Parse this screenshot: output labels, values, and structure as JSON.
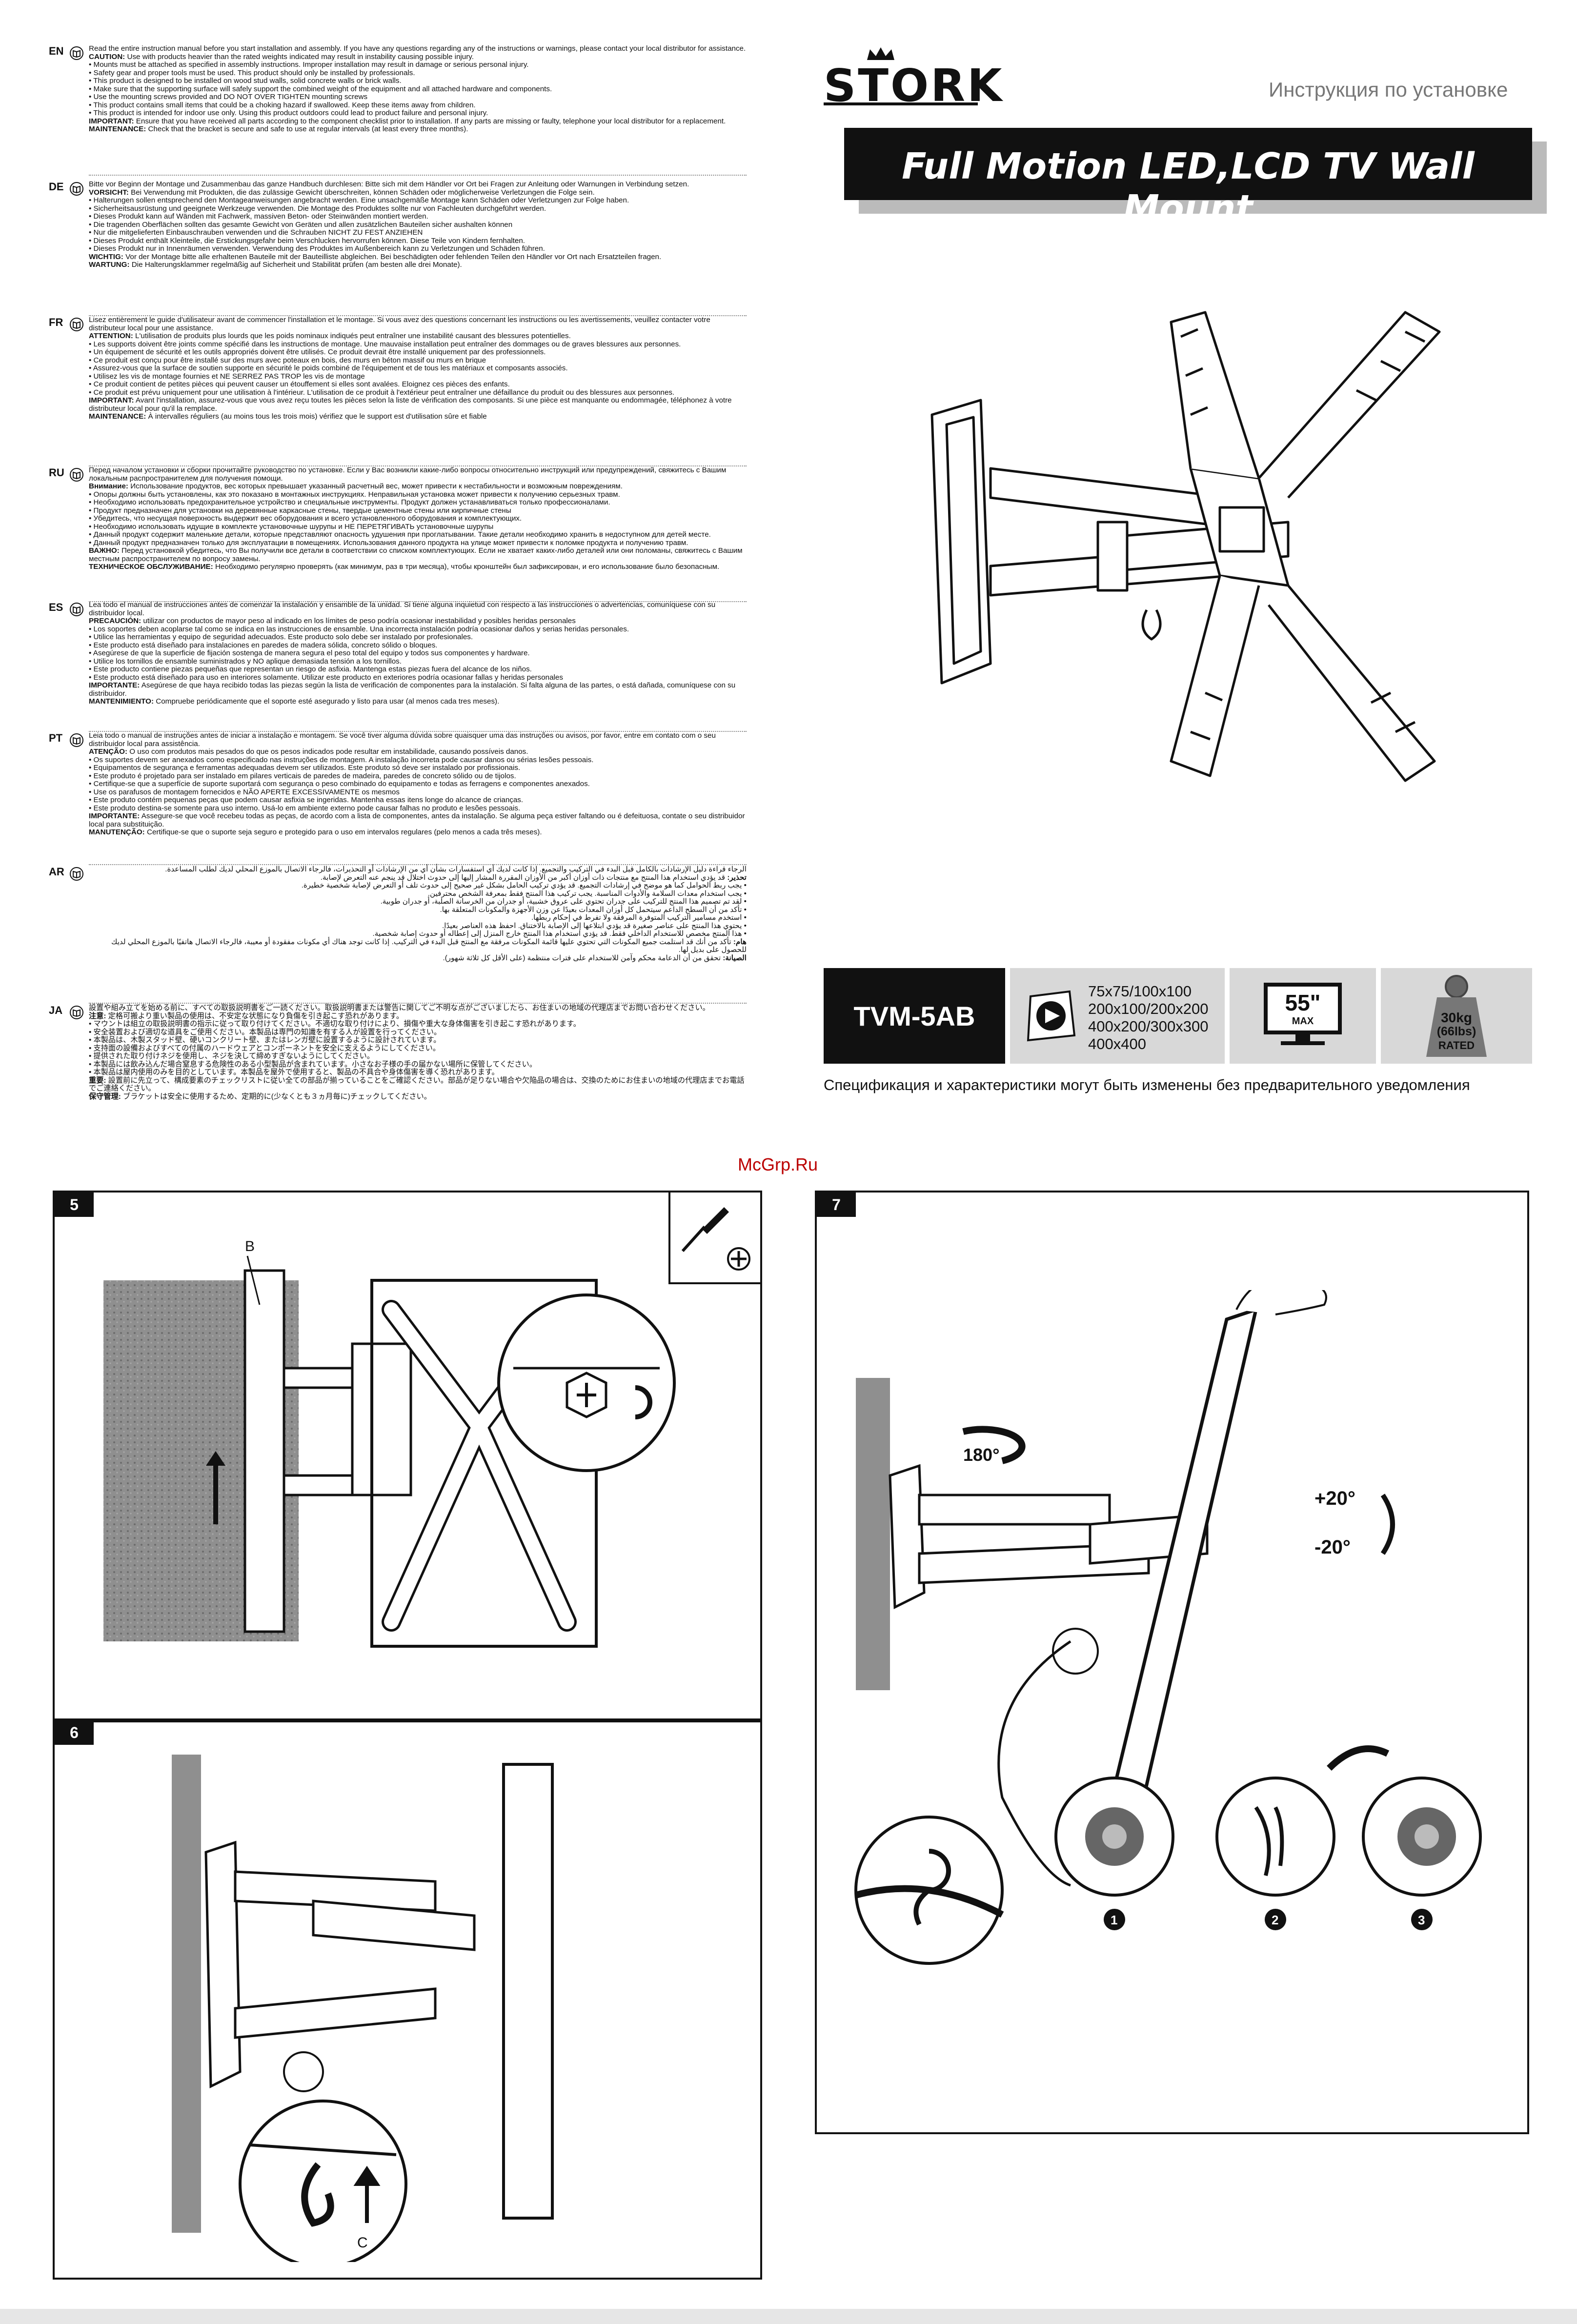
{
  "header": {
    "brand": "STORK",
    "subtitle": "Инструкция по установке",
    "title": "Full Motion LED,LCD TV Wall Mount"
  },
  "languages": [
    {
      "code": "EN",
      "lines": [
        {
          "t": "Read the entire instruction manual before you start installation and assembly. If you have any questions regarding any of the instructions or warnings, please contact your local distributor for assistance."
        },
        {
          "h": "CAUTION:",
          "t": " Use with products heavier than the rated weights indicated may result in instability causing possible injury."
        },
        {
          "t": "• Mounts must be attached as specified in assembly instructions. Improper installation may result in damage or serious personal injury."
        },
        {
          "t": "• Safety gear and proper tools must be used. This product should only be installed by professionals."
        },
        {
          "t": "• This product is designed to be installed on wood stud walls, solid concrete walls or brick walls."
        },
        {
          "t": "• Make sure that the supporting surface will safely support the combined weight of the equipment and all attached hardware and components."
        },
        {
          "t": "• Use the mounting screws provided and DO NOT OVER TIGHTEN mounting screws"
        },
        {
          "t": "• This product contains small items that could be a choking hazard if swallowed. Keep these items away from children."
        },
        {
          "t": "• This product is intended for indoor use only. Using this product outdoors could lead to product failure and personal injury."
        },
        {
          "h": "IMPORTANT:",
          "t": " Ensure that you have received all parts according to the component checklist prior to installation. If any parts are missing or faulty, telephone your local distributor for a replacement."
        },
        {
          "h": "MAINTENANCE:",
          "t": " Check that the bracket is secure and safe to use at regular intervals (at least every three months)."
        }
      ]
    },
    {
      "code": "DE",
      "lines": [
        {
          "t": "Bitte vor Beginn der Montage und Zusammenbau das ganze Handbuch durchlesen: Bitte sich mit dem Händler vor Ort bei Fragen zur Anleitung oder Warnungen in Verbindung setzen."
        },
        {
          "h": "VORSICHT:",
          "t": " Bei Verwendung mit Produkten, die das zulässige Gewicht überschreiten, können Schäden oder möglicherweise Verletzungen die Folge sein."
        },
        {
          "t": "• Halterungen sollen entsprechend den Montageanweisungen angebracht werden. Eine unsachgemäße Montage kann Schäden oder Verletzungen zur Folge haben."
        },
        {
          "t": "• Sicherheitsausrüstung und geeignete Werkzeuge verwenden. Die Montage des Produktes sollte nur von Fachleuten durchgeführt werden."
        },
        {
          "t": "• Dieses Produkt kann auf Wänden mit Fachwerk, massiven Beton- oder Steinwänden montiert werden."
        },
        {
          "t": "• Die tragenden Oberflächen sollten das gesamte Gewicht von Geräten und allen zusätzlichen Bauteilen sicher aushalten können"
        },
        {
          "t": "• Nur die mitgelieferten Einbauschrauben verwenden und die Schrauben NICHT ZU FEST ANZIEHEN"
        },
        {
          "t": "• Dieses Produkt enthält Kleinteile, die Erstickungsgefahr beim Verschlucken hervorrufen können. Diese Teile von Kindern fernhalten."
        },
        {
          "t": "• Dieses Produkt nur in Innenräumen verwenden. Verwendung des Produktes im Außenbereich kann zu Verletzungen und Schäden führen."
        },
        {
          "h": "WICHTIG:",
          "t": " Vor der Montage bitte alle erhaltenen Bauteile mit der Bauteilliste abgleichen. Bei beschädigten oder fehlenden Teilen den Händler vor Ort nach Ersatzteilen fragen."
        },
        {
          "h": "WARTUNG:",
          "t": " Die Halterungsklammer regelmäßig auf Sicherheit und Stabilität prüfen (am besten alle drei Monate)."
        }
      ]
    },
    {
      "code": "FR",
      "lines": [
        {
          "t": "Lisez entièrement le guide d'utilisateur avant de commencer l'installation et le montage. Si vous avez des questions concernant les instructions ou les avertissements, veuillez contacter votre distributeur local pour une assistance."
        },
        {
          "h": "ATTENTION:",
          "t": " L'utilisation de produits plus lourds que les poids nominaux indiqués peut entraîner une instabilité causant des blessures potentielles."
        },
        {
          "t": "• Les supports doivent être joints comme spécifié dans les instructions de montage. Une mauvaise installation peut entraîner des dommages ou de graves blessures aux personnes."
        },
        {
          "t": "• Un équipement de sécurité et les outils appropriés doivent être utilisés. Ce produit devrait être installé uniquement par des professionnels."
        },
        {
          "t": "• Ce produit est conçu pour être installé sur des murs avec poteaux en bois, des murs en béton massif ou murs en brique"
        },
        {
          "t": "• Assurez-vous que la surface de soutien supporte en sécurité le poids combiné de l'équipement et de tous les matériaux et composants associés."
        },
        {
          "t": "• Utilisez les vis de montage fournies et NE SERREZ PAS TROP les vis de montage"
        },
        {
          "t": "• Ce produit contient de petites pièces qui peuvent causer un étouffement si elles sont avalées. Eloignez ces pièces des enfants."
        },
        {
          "t": "• Ce produit est prévu uniquement pour une utilisation à l'intérieur. L'utilisation de ce produit à l'extérieur peut entraîner une défaillance du produit ou  des blessures aux personnes."
        },
        {
          "h": "IMPORTANT:",
          "t": " Avant l'installation, assurez-vous que vous avez reçu toutes les pièces selon la liste de vérification des composants. Si une pièce est manquante ou endommagée, téléphonez à votre distributeur local pour qu'il la remplace."
        },
        {
          "h": "MAINTENANCE:",
          "t": " À intervalles réguliers (au moins tous les trois mois) vérifiez que le support est d'utilisation sûre et fiable"
        }
      ]
    },
    {
      "code": "RU",
      "lines": [
        {
          "t": "Перед началом установки и сборки прочитайте руководство по установке. Если у Вас возникли какие-либо вопросы относительно инструкций или предупреждений, свяжитесь с Вашим локальным распространителем для получения помощи."
        },
        {
          "h": "Внимание:",
          "t": " Использование продуктов, вес которых превышает указанный расчетный вес, может привести к нестабильности и возможным повреждениям."
        },
        {
          "t": "• Опоры должны быть установлены, как это показано в монтажных инструкциях. Неправильная установка может привести к получению серьезных травм."
        },
        {
          "t": "• Необходимо использовать предохранительное устройство и специальные инструменты. Продукт должен устанавливаться только профессионалами."
        },
        {
          "t": "• Продукт предназначен для установки на деревянные каркасные стены, твердые цементные стены или кирпичные стены"
        },
        {
          "t": "• Убедитесь, что несущая поверхность выдержит вес оборудования и всего установленного оборудования и комплектующих."
        },
        {
          "t": "• Необходимо использовать идущие в комплекте установочные шурупы и НЕ ПЕРЕТЯГИВАТЬ установочные шурупы"
        },
        {
          "t": "• Данный продукт содержит маленькие детали, которые представляют опасность удушения при проглатывании. Такие детали необходимо хранить в недоступном для детей месте."
        },
        {
          "t": "• Данный продукт предназначен только для эксплуатации в помещениях. Использования данного продукта на улице может привести к поломке продукта и получению травм."
        },
        {
          "h": "ВАЖНО:",
          "t": " Перед установкой убедитесь, что Вы получили все детали в соответствии со списком комплектующих. Если не хватает каких-либо деталей или они поломаны, свяжитесь с Вашим местным распространителем по вопросу замены."
        },
        {
          "h": "ТЕХНИЧЕСКОЕ ОБСЛУЖИВАНИЕ:",
          "t": " Необходимо регулярно проверять (как минимум, раз в три месяца), чтобы кронштейн был зафиксирован, и его использование было безопасным."
        }
      ]
    },
    {
      "code": "ES",
      "lines": [
        {
          "t": "Lea todo el manual de instrucciones antes de comenzar la instalación y ensamble de la unidad. Si tiene alguna inquietud con respecto a las instrucciones o advertencias, comuníquese con su distribuidor local."
        },
        {
          "h": "PRECAUCIÓN:",
          "t": " utilizar con productos de mayor peso al indicado en los límites de peso podría ocasionar inestabilidad y posibles heridas personales"
        },
        {
          "t": "• Los soportes deben acoplarse tal como se indica en las instrucciones de ensamble. Una incorrecta instalación podría ocasionar daños y serias heridas personales."
        },
        {
          "t": "• Utilice las herramientas y equipo de seguridad adecuados. Este producto solo debe ser instalado por profesionales."
        },
        {
          "t": "• Este producto está diseñado para instalaciones en paredes de madera sólida, concreto sólido o bloques."
        },
        {
          "t": "• Asegúrese de que la superficie de fijación sostenga de manera segura el peso total del equipo y todos sus componentes y hardware."
        },
        {
          "t": "• Utilice los tornillos de ensamble suministrados y NO aplique demasiada tensión a los tornillos."
        },
        {
          "t": "• Este producto contiene piezas pequeñas que representan un riesgo de asfixia. Mantenga estas piezas fuera del alcance de los niños."
        },
        {
          "t": "• Este producto está diseñado para uso en interiores solamente. Utilizar este producto en exteriores podría ocasionar fallas y heridas personales"
        },
        {
          "h": "IMPORTANTE:",
          "t": "  Asegúrese de que haya recibido todas las piezas según la lista de verificación de componentes para la instalación. Si falta alguna de las partes, o está dañada, comuníquese con su distribuidor."
        },
        {
          "h": "MANTENIMIENTO:",
          "t": " Compruebe periódicamente que el soporte esté asegurado y listo para usar (al menos cada tres meses)."
        }
      ]
    },
    {
      "code": "PT",
      "lines": [
        {
          "t": "Leia todo o manual de instruções antes de iniciar a instalação e montagem. Se você tiver alguma dúvida sobre quaisquer uma das instruções ou avisos, por favor, entre em contato com o seu distribuidor local para assistência."
        },
        {
          "h": "ATENÇÃO:",
          "t": " O uso com produtos mais pesados do que os pesos indicados pode resultar em instabilidade, causando possíveis danos."
        },
        {
          "t": "• Os suportes devem ser anexados como especificado nas instruções de montagem. A instalação incorreta pode causar danos ou sérias lesões pessoais."
        },
        {
          "t": "• Equipamentos de segurança e ferramentas adequadas devem ser utilizados. Este produto só deve ser instalado por profissionais."
        },
        {
          "t": "• Este produto é projetado para ser instalado em pilares verticais de paredes de madeira, paredes de concreto sólido ou de tijolos."
        },
        {
          "t": "• Certifique-se que a superfície de suporte suportará com segurança o peso combinado do equipamento e todas as ferragens e componentes anexados."
        },
        {
          "t": "• Use os parafusos de montagem fornecidos e NÃO APERTE EXCESSIVAMENTE os mesmos"
        },
        {
          "t": "• Este produto contém pequenas peças que podem causar asfixia se ingeridas. Mantenha essas itens longe do alcance de crianças."
        },
        {
          "t": "• Este produto destina-se somente para uso interno. Usá-lo em ambiente externo pode causar falhas no produto e lesões pessoais."
        },
        {
          "h": "IMPORTANTE:",
          "t": " Assegure-se que você recebeu todas as peças, de acordo com a lista de componentes, antes da instalação. Se alguma peça estiver faltando ou é defeituosa, contate o seu distribuidor local para substituição."
        },
        {
          "h": "MANUTENÇÃO:",
          "t": " Certifique-se que o suporte seja seguro e protegido para o uso em intervalos regulares (pelo menos a cada três meses)."
        }
      ]
    },
    {
      "code": "AR",
      "rtl": true,
      "lines": [
        {
          "t": "الرجاء قراءة دليل الإرشادات بالكامل قبل البدء في التركيب والتجميع. إذا كانت لديك أي استفسارات بشأن أي من الإرشادات أو التحذيرات، فالرجاء الاتصال بالموزع المحلي لديك لطلب المساعدة."
        },
        {
          "h": "تحذير:",
          "t": " قد يؤدي استخدام هذا المنتج مع منتجات ذات أوزان أكبر من الأوزان المقررة المشار إليها إلى حدوث اختلال قد ينجم عنه التعرض لإصابة."
        },
        {
          "t": "• يجب ربط الحوامل كما هو موضح في إرشادات التجميع. قد يؤدي تركيب الحامل بشكل غير صحيح إلى حدوث تلف أو التعرض لإصابة شخصية خطيرة."
        },
        {
          "t": "• يجب استخدام معدات السلامة والأدوات المناسبة. يجب تركيب هذا المنتج فقط بمعرفة الشخص محترفين."
        },
        {
          "t": "• لقد تم تصميم هذا المنتج للتركيب على جدران تحتوي على عروق خشبية، أو جدران من الخرسانة الصلبة، أو جدران طوبية."
        },
        {
          "t": "• تأكد من أن السطح الداعم سيتحمل كل أوزان المعدات بعيدًا عن وزن الأجهزة والمكونات المتعلقة بها."
        },
        {
          "t": "• استخدم مسامير التركيب المتوفرة المرفقة ولا تفرط في إحكام ربطها."
        },
        {
          "t": "• يحتوي هذا المنتج على عناصر صغيرة قد يؤدي ابتلاعها إلى الإصابة بالاختناق. احفظ هذه العناصر بعيدًا."
        },
        {
          "t": "• هذا المنتج مخصص للاستخدام الداخلي فقط. قد يؤدي استخدام هذا المنتج خارج المنزل إلى إعطاله أو حدوث إصابة شخصية."
        },
        {
          "h": "هام:",
          "t": " تأكد من أنك قد استلمت جميع المكونات التي تحتوي عليها قائمة المكونات مرفقة مع المنتج قبل البدء في التركيب. إذا كانت توجد هناك أي مكونات مفقودة أو معيبة، فالرجاء الاتصال هاتفيًا بالموزع المحلي لديك للحصول على بديل لها."
        },
        {
          "h": "الصيانة:",
          "t": " تحقق من أن الدعامة محكم وآمن للاستخدام على فترات منتظمة (على الأقل كل ثلاثة شهور)."
        }
      ]
    },
    {
      "code": "JA",
      "lines": [
        {
          "t": "設置や組み立てを始める前に、すべての取扱説明書をご一読ください。取扱説明書または警告に関してご不明な点がございましたら、お住まいの地域の代理店までお問い合わせください。"
        },
        {
          "h": "注意:",
          "t": " 定格可搬より重い製品の使用は、不安定な状態になり負傷を引き起こす恐れがあります。"
        },
        {
          "t": "• マウントは組立の取扱説明書の指示に従って取り付けてください。不適切な取り付けにより、損傷や重大な身体傷害を引き起こす恐れがあります。"
        },
        {
          "t": "• 安全装置および適切な道具をご使用ください。本製品は専門の知識を有する人が設置を行ってください。"
        },
        {
          "t": "• 本製品は、木製スタッド壁、硬いコンクリート壁、またはレンガ壁に設置するように設計されています。"
        },
        {
          "t": "• 支持面の設備およびすべての付属のハードウェアとコンポーネントを安全に支えるようにしてください。"
        },
        {
          "t": "• 提供された取り付けネジを使用し、ネジを決して締めすぎないようにしてください。"
        },
        {
          "t": "• 本製品には飲み込んだ場合窒息する危険性のある小型製品が含まれています。小さなお子様の手の届かない場所に保管してください。"
        },
        {
          "t": "• 本製品は屋内使用のみを目的としています。本製品を屋外で使用すると、製品の不具合や身体傷害を導く恐れがあります。"
        },
        {
          "h": "重要:",
          "t": " 設置前に先立って、構成要素のチェックリストに従い全ての部品が揃っていることをご確認ください。部品が足りない場合や欠陥品の場合は、交換のためにお住まいの地域の代理店までお電話でご連絡ください。"
        },
        {
          "h": "保守管理:",
          "t": " ブラケットは安全に使用するため、定期的に(少なくとも３ヵ月毎に)チェックしてください。"
        }
      ]
    }
  ],
  "spec": {
    "model": "TVM-5AB",
    "vesa": [
      "75x75/100x100",
      "200x100/200x200",
      "400x200/300x300",
      "400x400"
    ],
    "size_value": "55\"",
    "size_label": "MAX",
    "weight_kg": "30kg",
    "weight_lbs": "(66lbs)",
    "weight_label": "RATED",
    "note": "Спецификация и характеристики могут быть изменены без предварительного уведомления"
  },
  "watermark": "McGrp.Ru",
  "panels": {
    "p5": {
      "number": "5",
      "callout": "B"
    },
    "p6": {
      "number": "6",
      "callout": "C"
    },
    "p7": {
      "number": "7",
      "rotate": "180°",
      "tilt_up": "+20°",
      "tilt_down": "-20°",
      "steps": [
        "1",
        "2",
        "3"
      ]
    }
  }
}
